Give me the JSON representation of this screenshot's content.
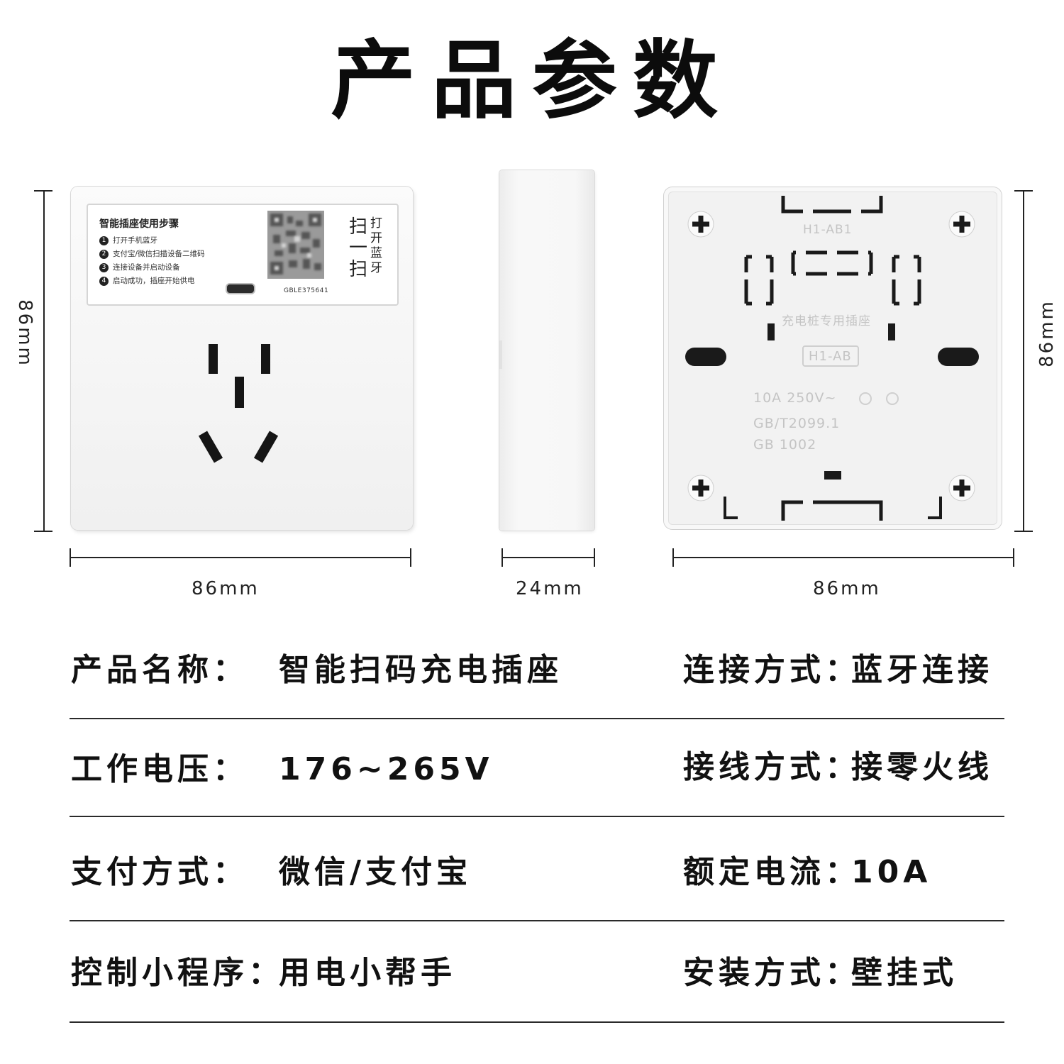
{
  "title": "产品参数",
  "dimensions": {
    "front_width": "86mm",
    "front_height": "86mm",
    "side_depth": "24mm",
    "back_width": "86mm",
    "back_height": "86mm"
  },
  "front_label": {
    "title": "智能插座使用步骤",
    "steps": [
      "打开手机蓝牙",
      "支付宝/微信扫描设备二维码",
      "连接设备并启动设备",
      "启动成功，插座开始供电"
    ],
    "step_numbers": [
      "1",
      "2",
      "3",
      "4"
    ],
    "scan_big": "扫一扫",
    "scan_small": "打开蓝牙",
    "serial": "GBLE375641"
  },
  "back_markings": {
    "model_top": "H1-AB1",
    "purpose": "充电桩专用插座",
    "model": "H1-AB",
    "rating": "10A 250V~",
    "standard1": "GB/T2099.1",
    "standard2": "GB 1002"
  },
  "specs": [
    {
      "left_label": "产品名称：",
      "left_value": "智能扫码充电插座",
      "right_label": "连接方式：",
      "right_value": "蓝牙连接"
    },
    {
      "left_label": "工作电压：",
      "left_value": "176~265V",
      "right_label": "接线方式：",
      "right_value": "接零火线"
    },
    {
      "left_label": "支付方式：",
      "left_value": "微信/支付宝",
      "right_label": "额定电流：",
      "right_value": "10A"
    },
    {
      "left_label": "控制小程序：",
      "left_value": "用电小帮手",
      "right_label": "安装方式：",
      "right_value": "壁挂式"
    }
  ]
}
